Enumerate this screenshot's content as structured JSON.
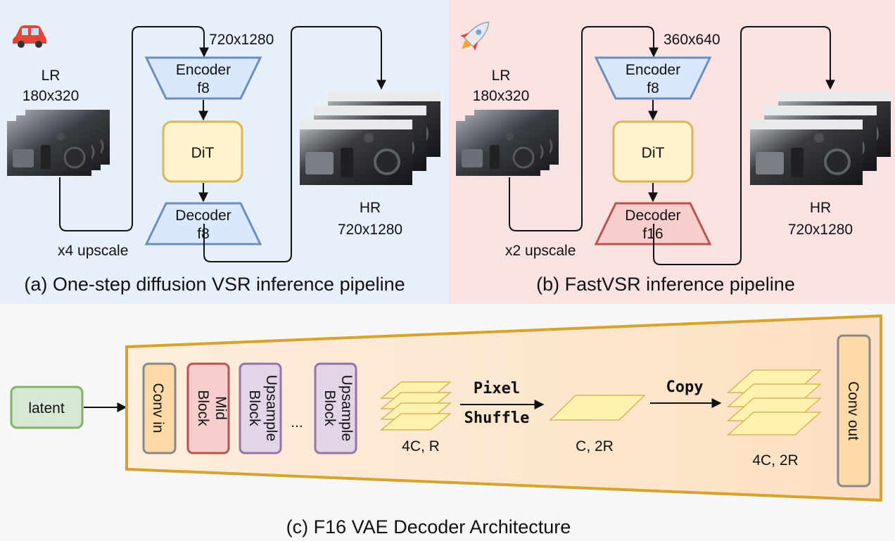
{
  "panel_a": {
    "icon": "car-icon",
    "lr_label": "LR",
    "lr_size": "180x320",
    "upscale": "x4 upscale",
    "top_size": "720x1280",
    "encoder": {
      "name": "Encoder",
      "factor": "f8"
    },
    "dit": "DiT",
    "decoder": {
      "name": "Decoder",
      "factor": "f8"
    },
    "hr_label": "HR",
    "hr_size": "720x1280",
    "caption": "(a) One-step diffusion VSR inference pipeline"
  },
  "panel_b": {
    "icon": "rocket-icon",
    "lr_label": "LR",
    "lr_size": "180x320",
    "upscale": "x2 upscale",
    "top_size": "360x640",
    "encoder": {
      "name": "Encoder",
      "factor": "f8"
    },
    "dit": "DiT",
    "decoder": {
      "name": "Decoder",
      "factor": "f16"
    },
    "hr_label": "HR",
    "hr_size": "720x1280",
    "caption": "(b) FastVSR inference pipeline"
  },
  "panel_c": {
    "latent": "latent",
    "conv_in": "Conv in",
    "mid_block": [
      "Mid",
      "Block"
    ],
    "upsample_block": [
      "Upsample",
      "Block"
    ],
    "ellipsis": "...",
    "feat1": "4C, R",
    "pixel_shuffle": [
      "Pixel",
      "Shuffle"
    ],
    "feat2": "C, 2R",
    "copy": "Copy",
    "feat3": "4C, 2R",
    "conv_out": "Conv out",
    "caption": "(c) F16 VAE Decoder Architecture"
  },
  "colors": {
    "panel_a_bg": "#e7effa",
    "panel_b_bg": "#f9e2e2",
    "encoder_fill": "#dae8fc",
    "encoder_stroke": "#6c8ebf",
    "dit_fill": "#fff2cc",
    "dit_stroke": "#d6b656",
    "decoder_f16_fill": "#f8cecc",
    "decoder_f16_stroke": "#b85450",
    "latent_fill": "#d5e8d4",
    "latent_stroke": "#82b366",
    "vae_border": "#d6a32c",
    "conv_fill": "#ffd9a8",
    "mid_fill": "#f8cecc",
    "upsample_fill": "#e1d5e7",
    "upsample_stroke": "#9673a6"
  }
}
